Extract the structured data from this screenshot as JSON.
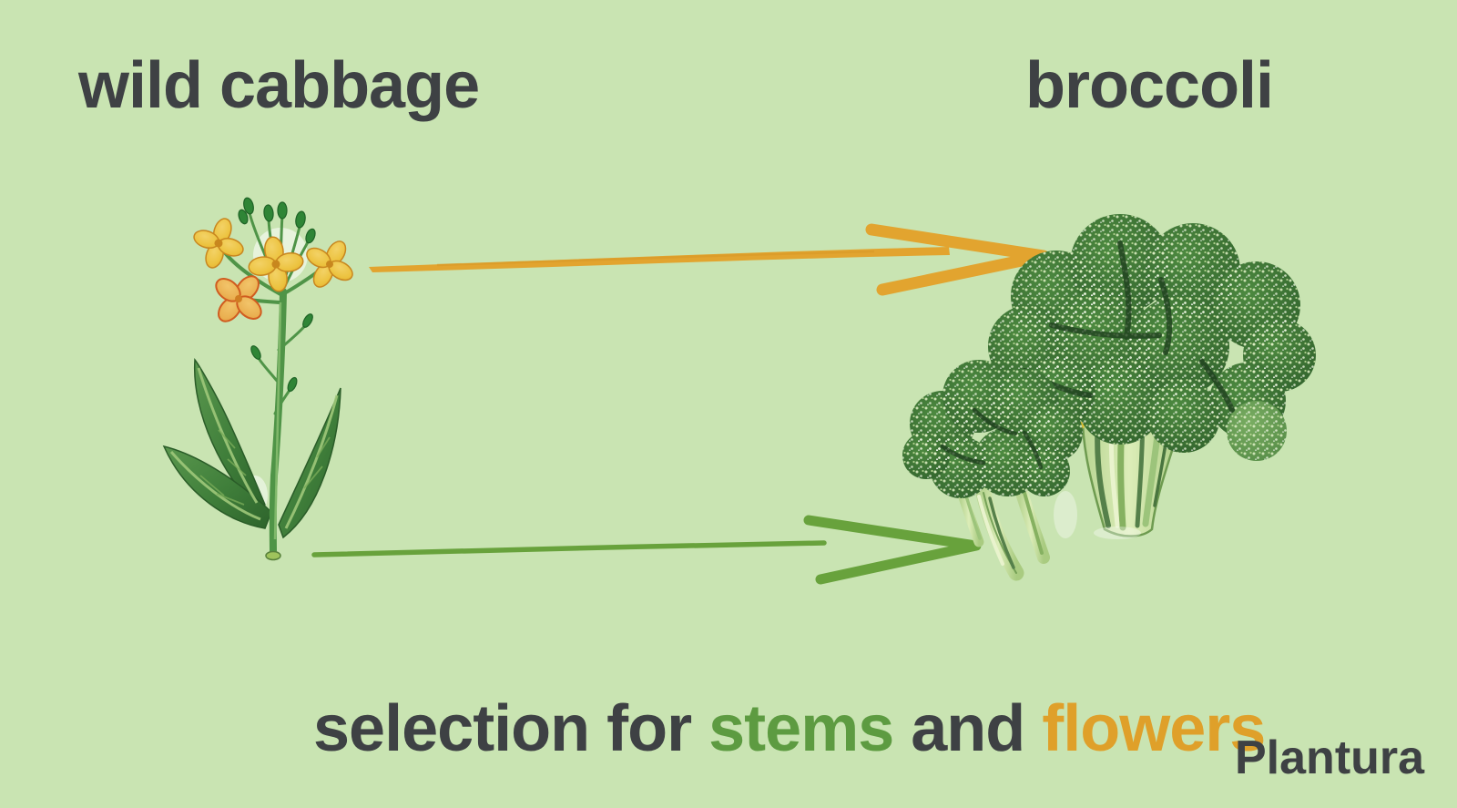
{
  "titles": {
    "left": "wild cabbage",
    "right": "broccoli"
  },
  "caption": {
    "prefix": "selection for ",
    "stems_word": "stems",
    "conjunction": " and ",
    "flowers_word": "flowers"
  },
  "brand": {
    "name": "Plantura"
  },
  "illustrations": {
    "wild_cabbage_alt": "wild cabbage plant with yellow flowers, green buds and leaves",
    "broccoli_alt": "two broccoli heads with thick light-green stems"
  },
  "arrows": {
    "top": {
      "meaning": "selection for flowers",
      "color": "#e2a42f",
      "direction": "right"
    },
    "bottom": {
      "meaning": "selection for stems",
      "color": "#68a23c",
      "direction": "right"
    }
  },
  "colors": {
    "background": "#c9e4b2",
    "title_text": "#3e4144",
    "caption_text": "#3e4144",
    "stems_green": "#5d9b41",
    "flowers_orange": "#dfa02a",
    "arrow_orange": "#e2a42f",
    "arrow_green": "#68a23c",
    "broccoli_dark_green": "#35682f",
    "stalk_light_green": "#cde3a6",
    "petal_yellow": "#ecc23e"
  }
}
